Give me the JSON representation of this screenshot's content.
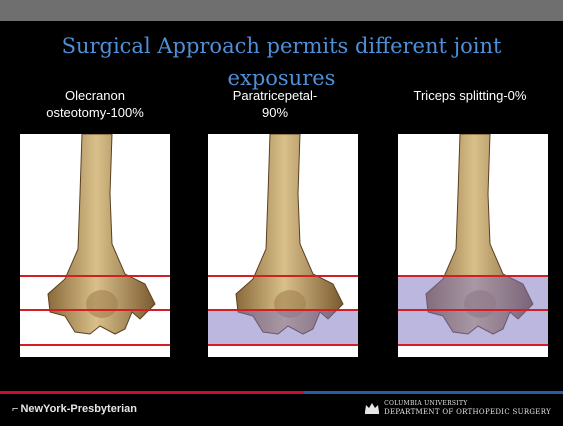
{
  "slide": {
    "title": "Surgical Approach permits different joint exposures"
  },
  "panels": [
    {
      "caption_line1": "Olecranon",
      "caption_line2": "osteotomy-100%",
      "exposed_fraction": 1.0,
      "overlay": false
    },
    {
      "caption_line1": "Paratricepetal-",
      "caption_line2": "90%",
      "exposed_fraction": 0.9,
      "overlay": "lower"
    },
    {
      "caption_line1": "Triceps splitting-0%",
      "caption_line2": "",
      "exposed_fraction": 0.0,
      "overlay": "full"
    }
  ],
  "footer": {
    "left_logo_text": "NewYork-Presbyterian",
    "right_line1": "Columbia University",
    "right_line2": "Department of Orthopedic Surgery"
  },
  "colors": {
    "title": "#4f8fd6",
    "accent_red": "#c8102e",
    "accent_blue": "#2b5aa7",
    "reference_line": "#d21f26",
    "overlay": "#7a70c0"
  }
}
